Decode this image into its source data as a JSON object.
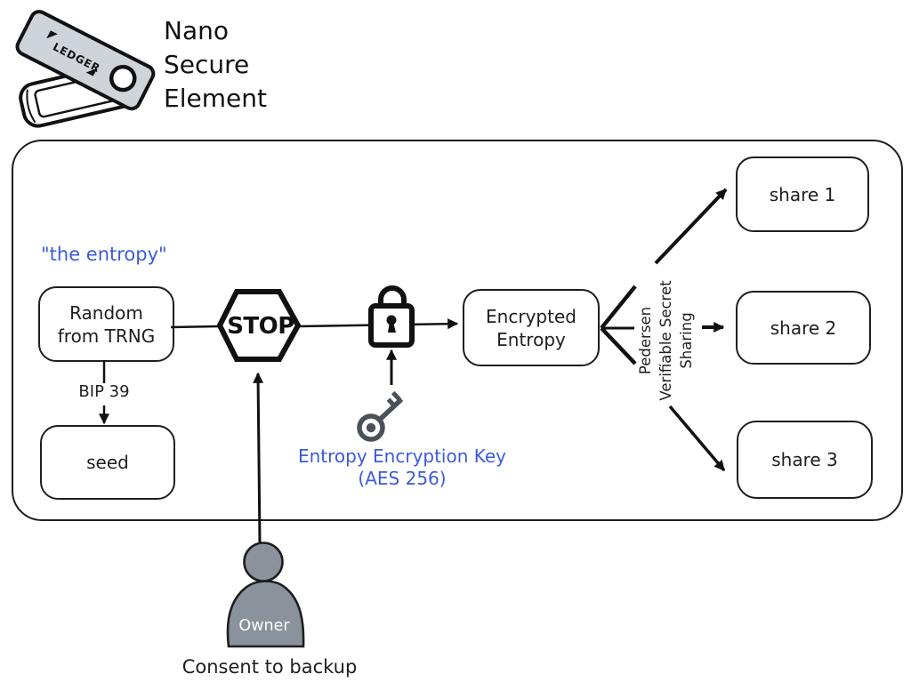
{
  "title": {
    "lines": [
      "Nano",
      "Secure",
      "Element"
    ]
  },
  "device": {
    "brand": "LEDGER"
  },
  "colors": {
    "ink": "#1e1e1e",
    "accent_blue": "#3b5bdb",
    "figure_gray": "#8a929b",
    "device_gray": "#ced4da",
    "key_gray": "#4a5158"
  },
  "diagram": {
    "entropy_note": "\"the entropy\"",
    "random_box": {
      "lines": [
        "Random",
        "from TRNG"
      ]
    },
    "bip39_label": "BIP 39",
    "seed_box": {
      "label": "seed"
    },
    "stop_sign": {
      "label": "STOP"
    },
    "key_caption": {
      "lines": [
        "Entropy Encryption Key",
        "(AES 256)"
      ]
    },
    "encrypted_box": {
      "lines": [
        "Encrypted",
        "Entropy"
      ]
    },
    "vss_label": {
      "lines": [
        "Pedersen",
        "Verifiable Secret",
        "Sharing"
      ]
    },
    "shares": [
      {
        "label": "share 1"
      },
      {
        "label": "share 2"
      },
      {
        "label": "share 3"
      }
    ],
    "owner": {
      "label": "Owner",
      "caption": "Consent to backup"
    }
  }
}
